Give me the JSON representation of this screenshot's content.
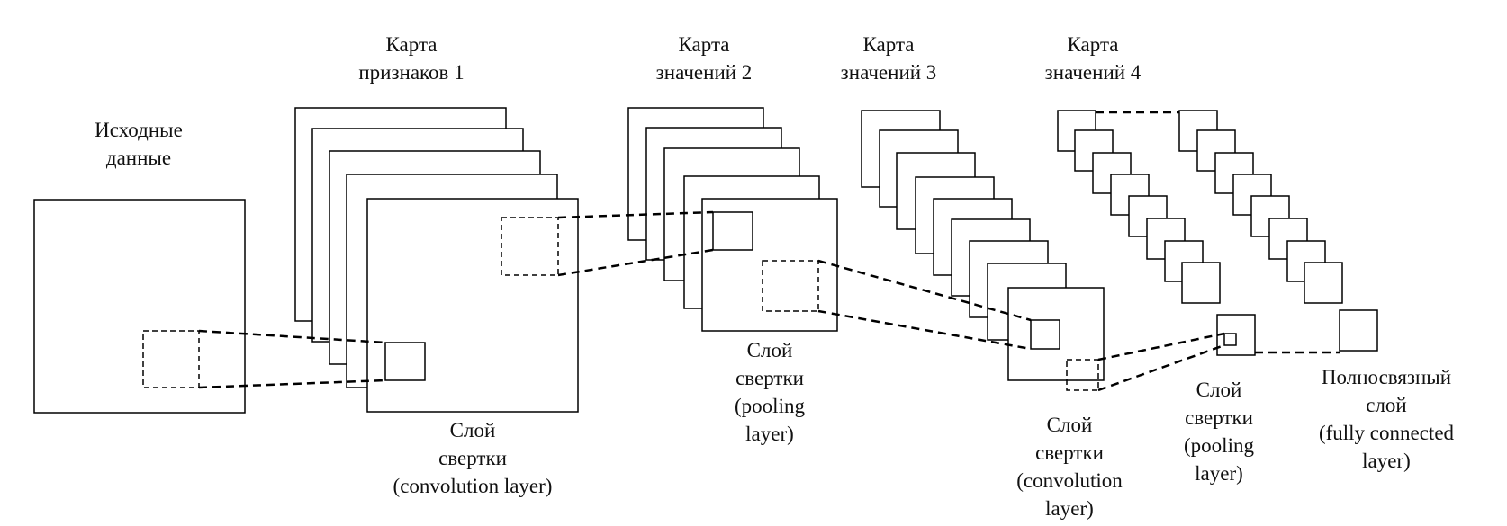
{
  "diagram": {
    "input_label": [
      "Исходные",
      "данные"
    ],
    "map1_label": [
      "Карта",
      "признаков 1"
    ],
    "map2_label": [
      "Карта",
      "значений 2"
    ],
    "map3_label": [
      "Карта",
      "значений 3"
    ],
    "map4_label": [
      "Карта",
      "значений 4"
    ],
    "conv1_label": [
      "Слой",
      "свертки",
      "(convolution layer)"
    ],
    "pool1_label": [
      "Слой",
      "свертки",
      "(pooling",
      "layer)"
    ],
    "conv2_label": [
      "Слой",
      "свертки",
      "(convolution",
      "layer)"
    ],
    "pool2_label": [
      "Слой",
      "свертки",
      "(pooling",
      "layer)"
    ],
    "fc_label": [
      "Полносвязный",
      "слой",
      "(fully connected",
      "layer)"
    ]
  },
  "colors": {
    "stroke": "#000000",
    "background": "#ffffff"
  }
}
